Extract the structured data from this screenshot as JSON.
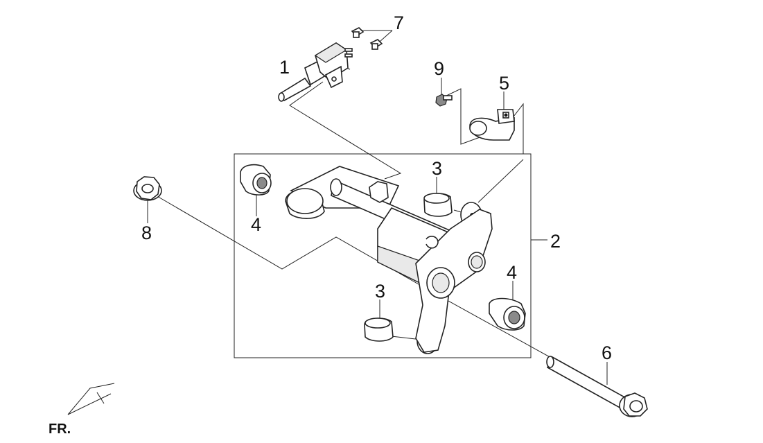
{
  "diagram": {
    "callouts": [
      {
        "id": "c1",
        "text": "1"
      },
      {
        "id": "c2",
        "text": "2"
      },
      {
        "id": "c3a",
        "text": "3"
      },
      {
        "id": "c3b",
        "text": "3"
      },
      {
        "id": "c4a",
        "text": "4"
      },
      {
        "id": "c4b",
        "text": "4"
      },
      {
        "id": "c5",
        "text": "5"
      },
      {
        "id": "c6",
        "text": "6"
      },
      {
        "id": "c7",
        "text": "7"
      },
      {
        "id": "c8",
        "text": "8"
      },
      {
        "id": "c9",
        "text": "9"
      }
    ],
    "direction_label": "FR."
  }
}
